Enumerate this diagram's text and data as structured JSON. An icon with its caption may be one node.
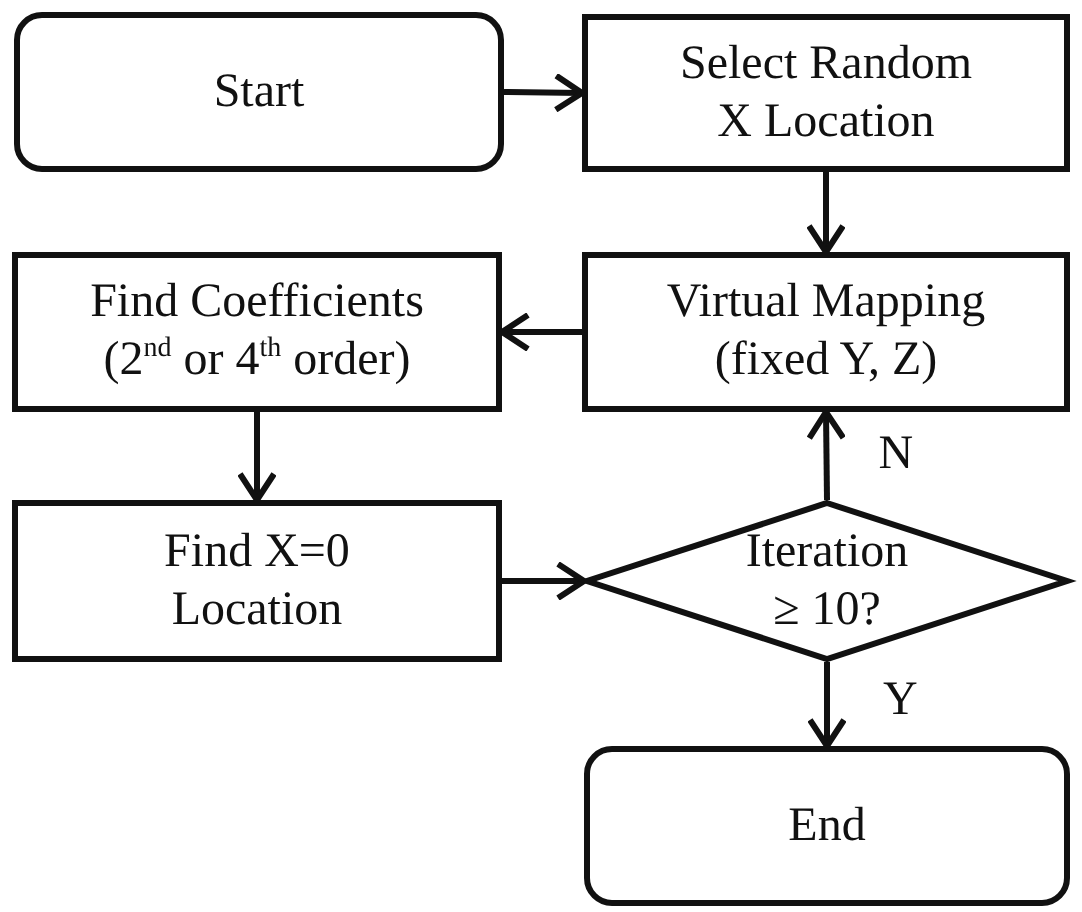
{
  "diagram": {
    "nodes": [
      {
        "text": [
          "Start"
        ]
      },
      {
        "text": [
          "Select Random X Location"
        ]
      },
      {
        "text": [
          "Virtual Mapping (fixed Y, Z)"
        ]
      },
      {
        "text": [
          "Find Coefficients (2$^{nd}$ or 4$^{th}$ order)"
        ]
      },
      {
        "text": [
          "Find X=0 Location"
        ]
      },
      {
        "text": [
          "Iteration ≥ 10?"
        ]
      },
      {
        "text": [
          "End"
        ]
      }
    ],
    "edges": [
      {
        "from": 0,
        "to": 1,
        "arrow": "to"
      },
      {
        "from": 1,
        "to": 2,
        "arrow": "to"
      },
      {
        "from": 2,
        "to": 3,
        "arrow": "to"
      },
      {
        "from": 3,
        "to": 4,
        "arrow": "to"
      },
      {
        "from": 4,
        "to": 5,
        "arrow": "to"
      },
      {
        "from": 5,
        "to": 2,
        "arrow": "to",
        "label": "N"
      },
      {
        "from": 5,
        "to": 6,
        "arrow": "to",
        "label": "Y"
      }
    ]
  }
}
